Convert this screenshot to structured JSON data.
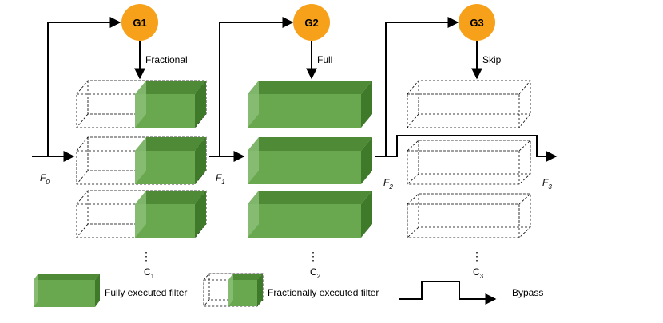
{
  "gates": [
    {
      "label": "G1",
      "edge_label": "Fractional"
    },
    {
      "label": "G2",
      "edge_label": "Full"
    },
    {
      "label": "G3",
      "edge_label": "Skip"
    }
  ],
  "feature_maps": [
    {
      "base": "F",
      "sub": "0"
    },
    {
      "base": "F",
      "sub": "1"
    },
    {
      "base": "F",
      "sub": "2"
    },
    {
      "base": "F",
      "sub": "3"
    }
  ],
  "layers": [
    {
      "base": "C",
      "sub": "1",
      "ellipsis": "⋮"
    },
    {
      "base": "C",
      "sub": "2",
      "ellipsis": "⋮"
    },
    {
      "base": "C",
      "sub": "3",
      "ellipsis": "⋮"
    }
  ],
  "legend": {
    "full": "Fully executed filter",
    "fractional": "Fractionally executed filter",
    "bypass": "Bypass"
  },
  "colors": {
    "gate": "#f7a11a",
    "filter_front": "#6aa84f",
    "filter_top": "#4f8a36",
    "filter_side": "#8cc07a",
    "line": "#000000"
  }
}
